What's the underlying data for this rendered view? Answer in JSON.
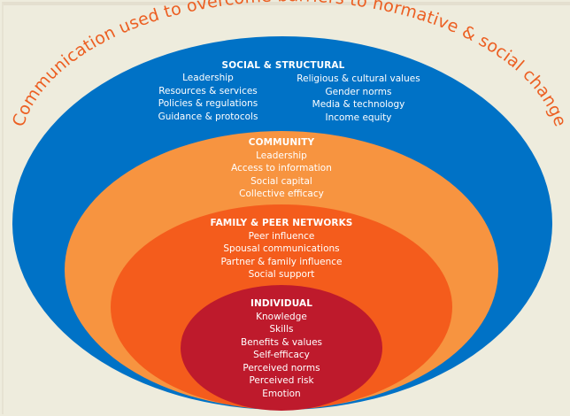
{
  "diagram": {
    "arc_title": "Communication used to overcome barriers to normative & social change",
    "colors": {
      "background": "#EEECDD",
      "arc_text": "#EC5F22",
      "social_structural": "#0072C6",
      "community": "#F79440",
      "family_peer": "#F45C1C",
      "individual": "#BE1A2C",
      "label_text": "#FFFFFF"
    },
    "layers": {
      "social_structural": {
        "title": "SOCIAL & STRUCTURAL",
        "left_items": [
          "Leadership",
          "Resources & services",
          "Policies & regulations",
          "Guidance & protocols"
        ],
        "right_items": [
          "Religious & cultural values",
          "Gender norms",
          "Media & technology",
          "Income equity"
        ]
      },
      "community": {
        "title": "COMMUNITY",
        "items": [
          "Leadership",
          "Access to information",
          "Social capital",
          "Collective efficacy"
        ]
      },
      "family_peer": {
        "title": "FAMILY & PEER NETWORKS",
        "items": [
          "Peer influence",
          "Spousal communications",
          "Partner & family influence",
          "Social support"
        ]
      },
      "individual": {
        "title": "INDIVIDUAL",
        "items": [
          "Knowledge",
          "Skills",
          "Benefits & values",
          "Self-efficacy",
          "Perceived norms",
          "Perceived risk",
          "Emotion"
        ]
      }
    }
  }
}
